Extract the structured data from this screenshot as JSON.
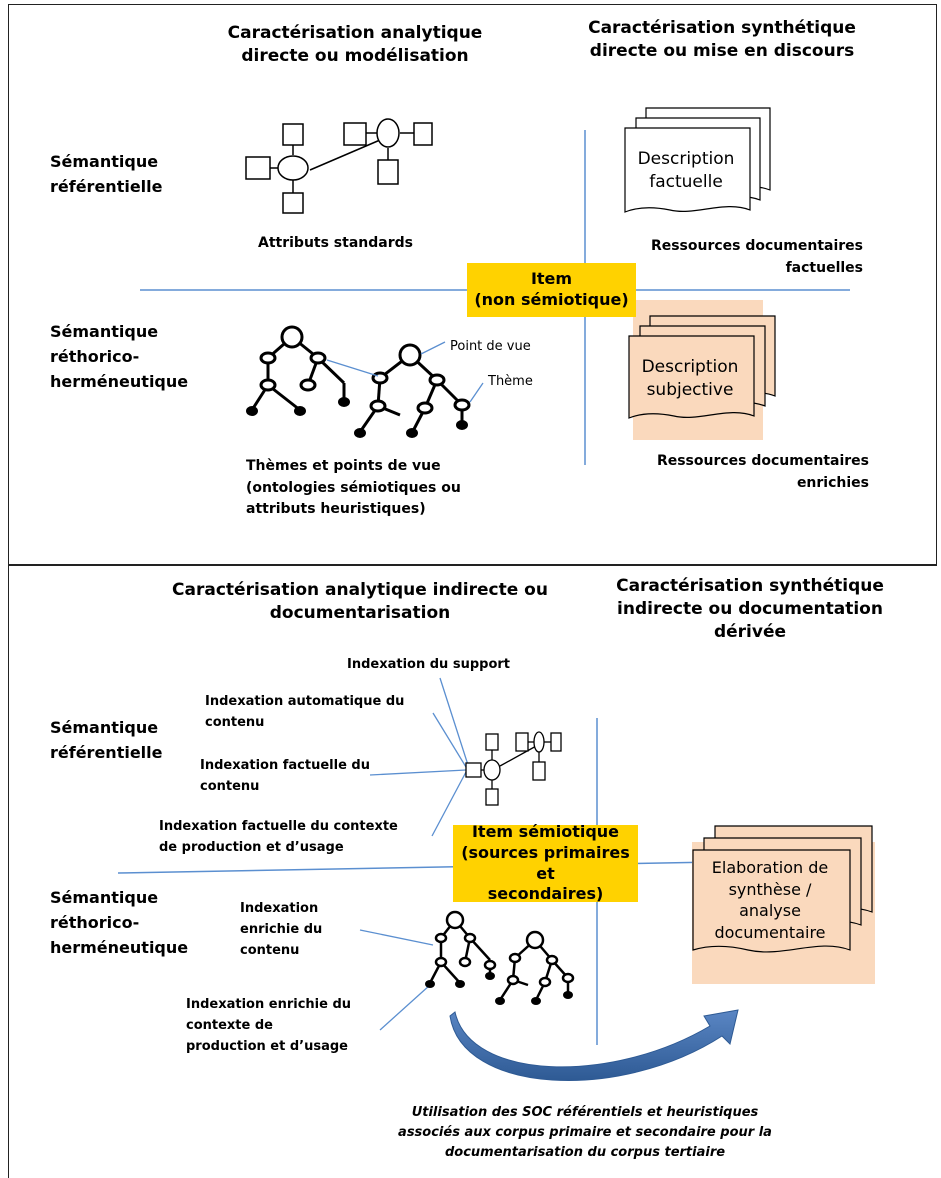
{
  "top": {
    "col_left_title": "Caractérisation analytique\ndirecte ou modélisation",
    "col_right_title": "Caractérisation synthétique\ndirecte ou mise en discours",
    "row1_label": "Sémantique\nréférentielle",
    "row2_label": "Sémantique\nréthorico-\nherméneutique",
    "attributs_label": "Attributs standards",
    "item_box": "Item\n(non sémiotique)",
    "doc1_text": "Description\nfactuelle",
    "res_factuelles": "Ressources documentaires\nfactuelles",
    "point_de_vue": "Point de vue",
    "theme": "Thème",
    "doc2_text": "Description\nsubjective",
    "res_enrichies": "Ressources documentaires\nenrichies",
    "themes_label": "Thèmes et points de vue\n(ontologies sémiotiques ou\nattributs heuristiques)"
  },
  "bottom": {
    "col_left_title": "Caractérisation analytique indirecte ou\ndocumentarisation",
    "col_right_title": "Caractérisation synthétique\nindirecte ou documentation\ndérivée",
    "idx_support": "Indexation du support",
    "idx_auto": "Indexation automatique du\ncontenu",
    "row1_label": "Sémantique\nréférentielle",
    "idx_factuelle": "Indexation factuelle du\ncontenu",
    "idx_contexte": "Indexation factuelle du contexte\nde production et d’usage",
    "item_box": "Item sémiotique\n(sources primaires et\nsecondaires)",
    "doc_text": "Elaboration de\nsynthèse /\nanalyse\ndocumentaire",
    "row2_label": "Sémantique\nréthorico-\nherméneutique",
    "idx_enrichie": "Indexation\nenrichie du\ncontenu",
    "idx_enrichie_ctx": "Indexation enrichie du\ncontexte de\nproduction et d’usage",
    "caption": "Utilisation des SOC référentiels et heuristiques\nassociés aux corpus primaire et secondaire pour la\ndocumentarisation du corpus tertiaire"
  },
  "colors": {
    "yellow": "#ffd200",
    "peach": "#fad9bd",
    "line_blue": "#5b8fd0",
    "arrow_blue": "#3d6aa6"
  }
}
